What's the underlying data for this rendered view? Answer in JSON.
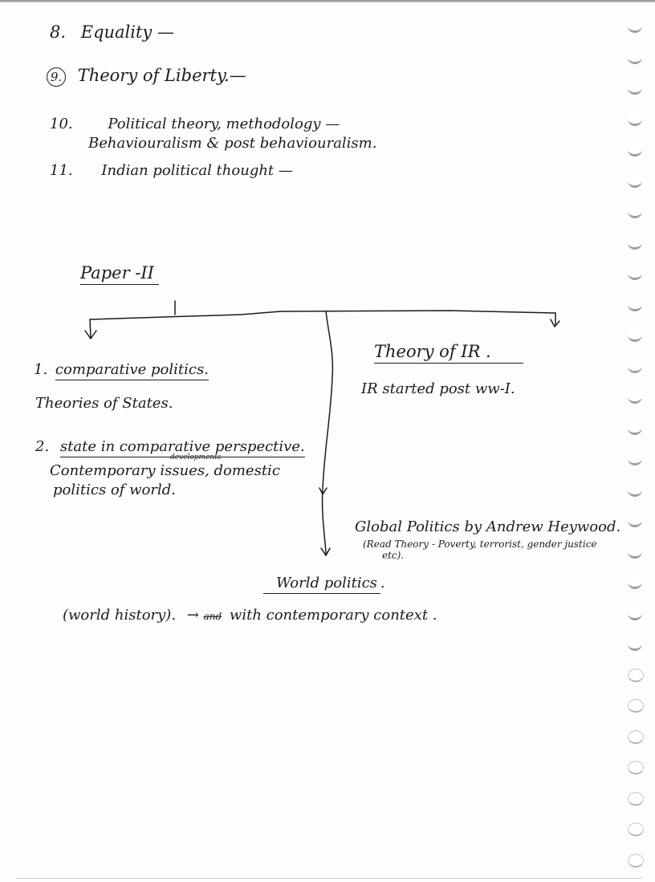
{
  "page": {
    "type": "handwritten-notes",
    "background_color": "#fdfdfd",
    "ink_color": "#1c1c1c",
    "binding_hole_color": "#9aa0a6"
  },
  "list": {
    "items": [
      {
        "number": "8.",
        "text": "Equality —"
      },
      {
        "number": "9.",
        "text": "Theory of Liberty.—",
        "circled": true
      },
      {
        "number": "10.",
        "text": "Political theory, methodology —",
        "continuation": "Behaviouralism & post behaviouralism."
      },
      {
        "number": "11.",
        "text": "Indian political thought —"
      }
    ]
  },
  "diagram": {
    "heading": "Paper -II",
    "left_branch": {
      "item1_number": "1.",
      "item1_title": "comparative politics.",
      "item1_note": "Theories of States.",
      "item2_number": "2.",
      "item2_title": "state in comparative perspective.",
      "item2_line1_a": "Contemporary issues",
      "item2_insert": "developments",
      "item2_line1_b": ", domestic",
      "item2_line2": "politics of world."
    },
    "right_branch": {
      "title": "Theory of IR .",
      "note": "IR started post ww-I."
    },
    "middle_branch": {
      "reference": "Global Politics by Andrew Heywood.",
      "reference_note_line1": "(Read Theory - Poverty, terrorist, gender justice",
      "reference_note_line2": "etc).",
      "title": "World politics",
      "title_suffix": ".",
      "bottom_left": "(world history).",
      "arrow": "→",
      "struck_word": "and",
      "bottom_right": "with contemporary context ."
    }
  },
  "binding": {
    "hole_count": 28
  }
}
